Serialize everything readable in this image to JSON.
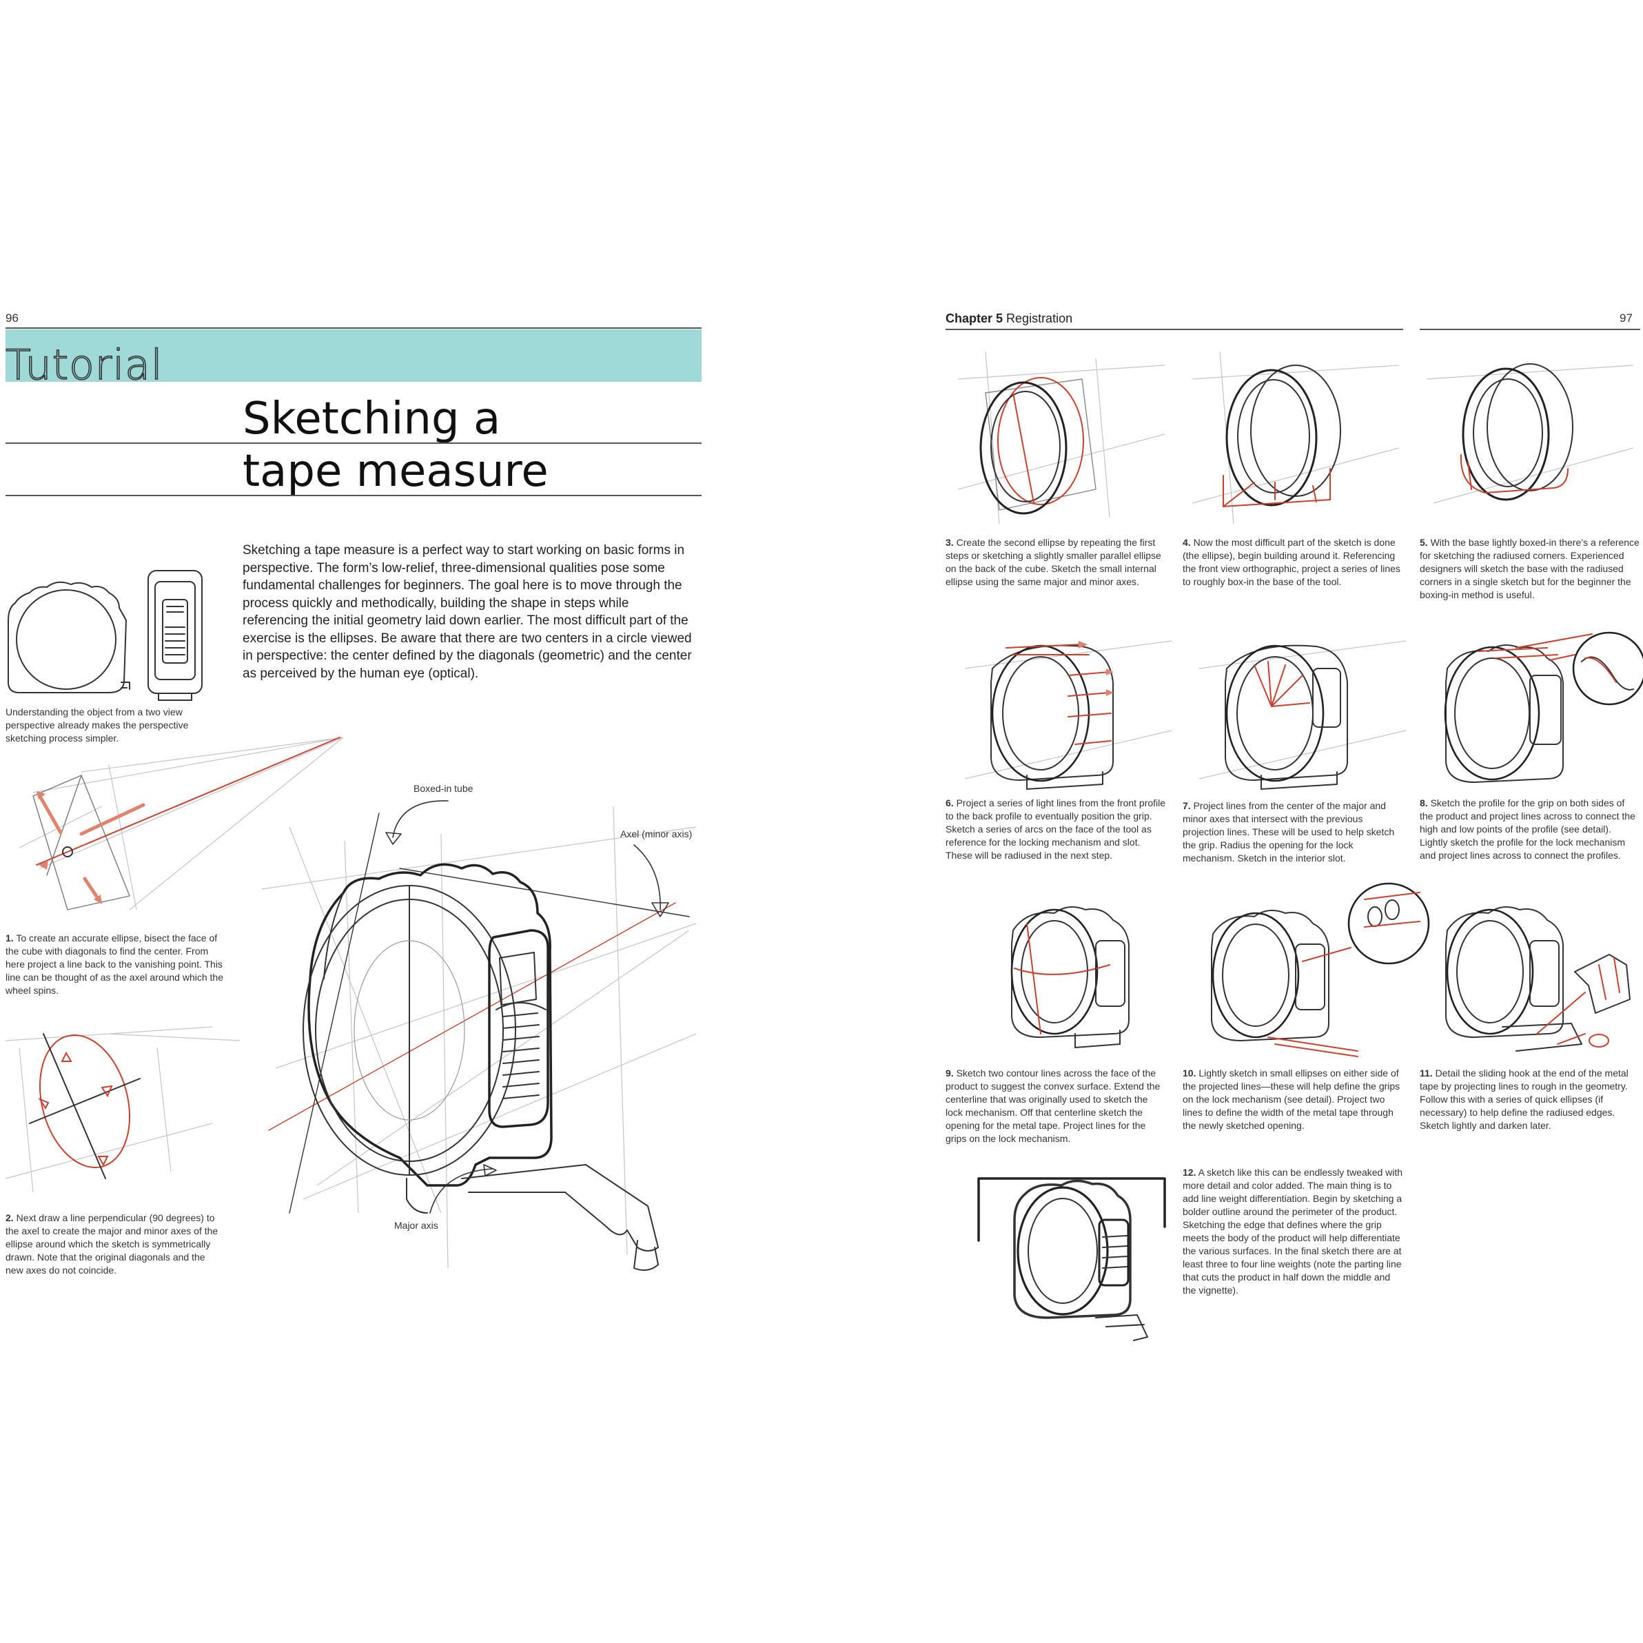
{
  "left_page": {
    "page_number": "96",
    "section_label": "Tutorial",
    "title_line1": "Sketching a",
    "title_line2": "tape measure",
    "intro_text": "Sketching a tape measure is a perfect way to start working on basic forms in perspective. The form’s low-relief, three-dimensional qualities pose some fundamental challenges for beginners. The goal here is to move through the process quickly and methodically, building the shape in steps while referencing the initial geometry laid down earlier. The most difficult part of the exercise is the ellipses. Be aware that there are two centers in a circle viewed in perspective: the center defined by the diagonals (geometric) and the center as perceived by the human eye (optical).",
    "two_view_caption": "Understanding the object from a two view perspective already makes the perspective sketching process simpler.",
    "step1_num": "1.",
    "step1_text": "To create an accurate ellipse, bisect the face of the cube with diagonals to find the center. From here project a line back to the vanishing point. This line can be thought of as the axel around which the wheel spins.",
    "step2_num": "2.",
    "step2_text": "Next draw a line perpendicular (90 degrees) to the axel to create the major and minor axes of the ellipse around which the sketch is symmetrically drawn. Note that the original diagonals and the new axes do not coincide.",
    "label_boxed_tube": "Boxed-in tube",
    "label_axel": "Axel (minor axis)",
    "label_major_axis": "Major axis"
  },
  "right_page": {
    "chapter_label": "Chapter 5",
    "chapter_name": "Registration",
    "page_number": "97",
    "steps": [
      {
        "num": "3.",
        "text": "Create the second ellipse by repeating the first steps or sketching a slightly smaller parallel ellipse on the back of the cube. Sketch the small internal ellipse using the same major and minor axes."
      },
      {
        "num": "4.",
        "text": "Now the most difficult part of the sketch is done (the ellipse), begin building around it. Referencing the front view orthographic, project a series of lines to roughly box-in the base of the tool."
      },
      {
        "num": "5.",
        "text": "With the base lightly boxed-in there’s a reference for sketching the radiused corners. Experienced designers will sketch the base with the radiused corners in a single sketch but for the beginner the boxing-in method is useful."
      },
      {
        "num": "6.",
        "text": "Project a series of light lines from the front profile to the back profile to eventually position the grip. Sketch a series of arcs on the face of the tool as reference for the locking mechanism and slot. These will be radiused in the next step."
      },
      {
        "num": "7.",
        "text": "Project lines from the center of the major and minor axes that intersect with the previous projection lines. These will be used to help sketch the grip. Radius the opening for the lock mechanism. Sketch in the interior slot."
      },
      {
        "num": "8.",
        "text": "Sketch the profile for the grip on both sides of the product and project lines across to connect the high and low points of the profile (see detail). Lightly sketch the profile for the lock mechanism and project lines across to connect the profiles."
      },
      {
        "num": "9.",
        "text": "Sketch two contour lines across the face of the product to suggest the convex surface. Extend the centerline that was originally used to sketch the lock mechanism. Off that centerline sketch the opening for the metal tape. Project lines for the grips on the lock mechanism."
      },
      {
        "num": "10.",
        "text": "Lightly sketch in small ellipses on either side of the projected lines—these will help define the grips on the lock mechanism (see detail). Project two lines to define the width of the metal tape through the newly sketched opening."
      },
      {
        "num": "11.",
        "text": "Detail the sliding hook at the end of the metal tape by projecting lines to rough in the geometry. Follow this with a series of quick ellipses (if necessary) to help define the radiused edges. Sketch lightly and darken later."
      },
      {
        "num": "12.",
        "text": "A sketch like this can be endlessly tweaked with more detail and color added. The main thing is to add line weight differentiation. Begin by sketching a bolder outline around the perimeter of the product. Sketching the edge that defines where the grip meets the body of the product will help differentiate the various surfaces. In the final sketch there are at least three to four line weights (note the parting line that cuts the product in half down the middle and the vignette)."
      }
    ]
  },
  "colors": {
    "accent_band": "#9fd9d8",
    "sketch_red": "#c9402e",
    "ink": "#222222"
  }
}
